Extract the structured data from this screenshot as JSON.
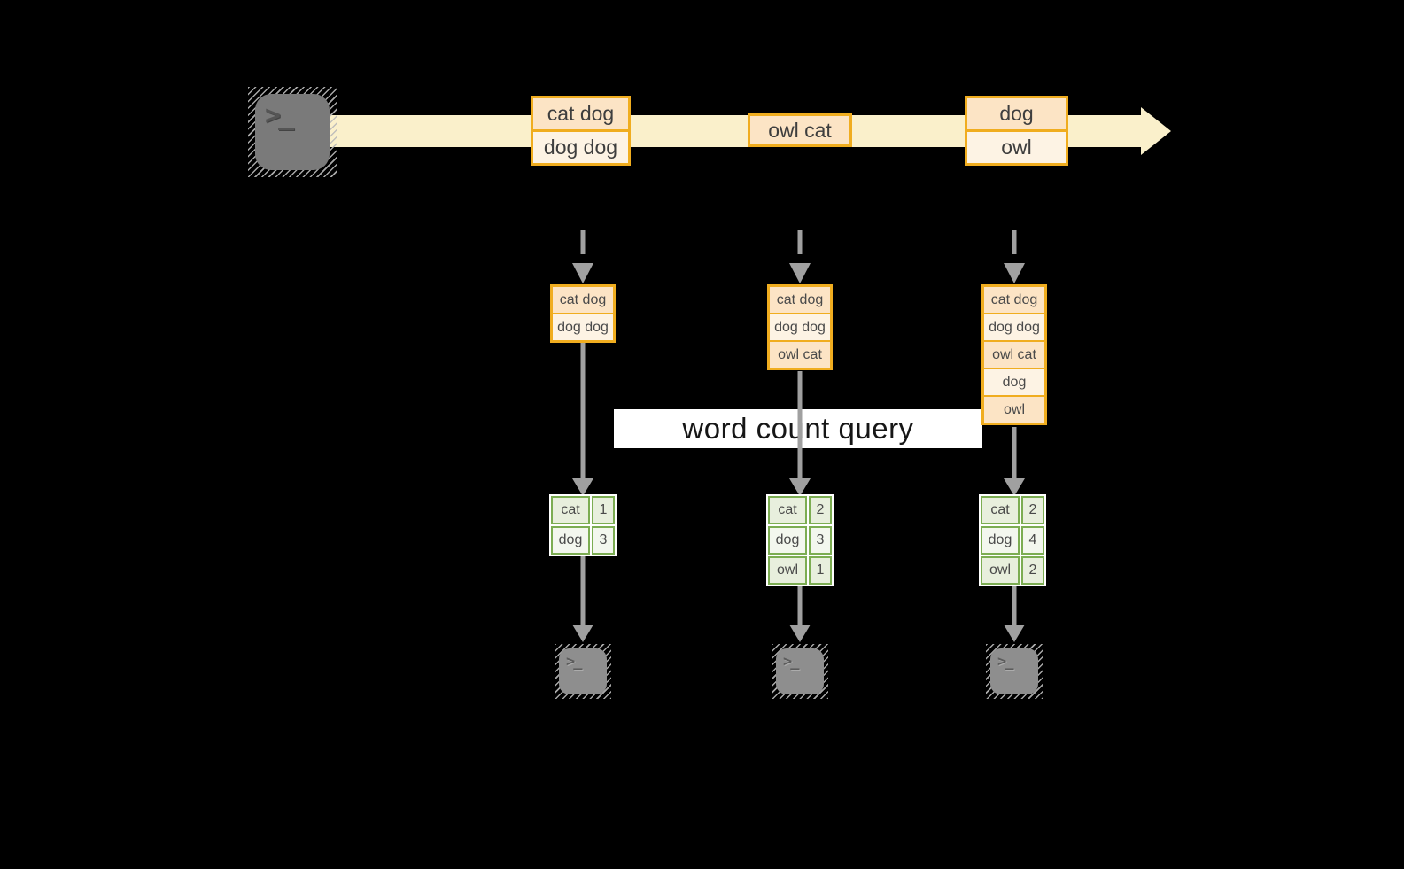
{
  "query_label": "word count query",
  "icons": {
    "terminal_glyph": ">_"
  },
  "colors": {
    "accent_orange": "#f0ad1f",
    "peach_fill": "#fce4c5",
    "cream_fill": "#fdf3e4",
    "stream_fill": "#faf0cb",
    "green_border": "#7cad52",
    "green_fill": "#e8efdd",
    "green_fill_light": "#f3f7ee",
    "arrow_gray": "#a0a0a0",
    "background": "#000000"
  },
  "stream": {
    "batches": [
      {
        "lines": [
          "cat dog",
          "dog dog"
        ]
      },
      {
        "lines": [
          "owl cat"
        ]
      },
      {
        "lines": [
          "dog",
          "owl"
        ]
      }
    ]
  },
  "columns": [
    {
      "input_lines": [
        "cat dog",
        "dog dog"
      ],
      "counts": [
        {
          "word": "cat",
          "count": "1"
        },
        {
          "word": "dog",
          "count": "3"
        }
      ]
    },
    {
      "input_lines": [
        "cat dog",
        "dog dog",
        "owl cat"
      ],
      "counts": [
        {
          "word": "cat",
          "count": "2"
        },
        {
          "word": "dog",
          "count": "3"
        },
        {
          "word": "owl",
          "count": "1"
        }
      ]
    },
    {
      "input_lines": [
        "cat dog",
        "dog dog",
        "owl cat",
        "dog",
        "owl"
      ],
      "counts": [
        {
          "word": "cat",
          "count": "2"
        },
        {
          "word": "dog",
          "count": "4"
        },
        {
          "word": "owl",
          "count": "2"
        }
      ]
    }
  ]
}
